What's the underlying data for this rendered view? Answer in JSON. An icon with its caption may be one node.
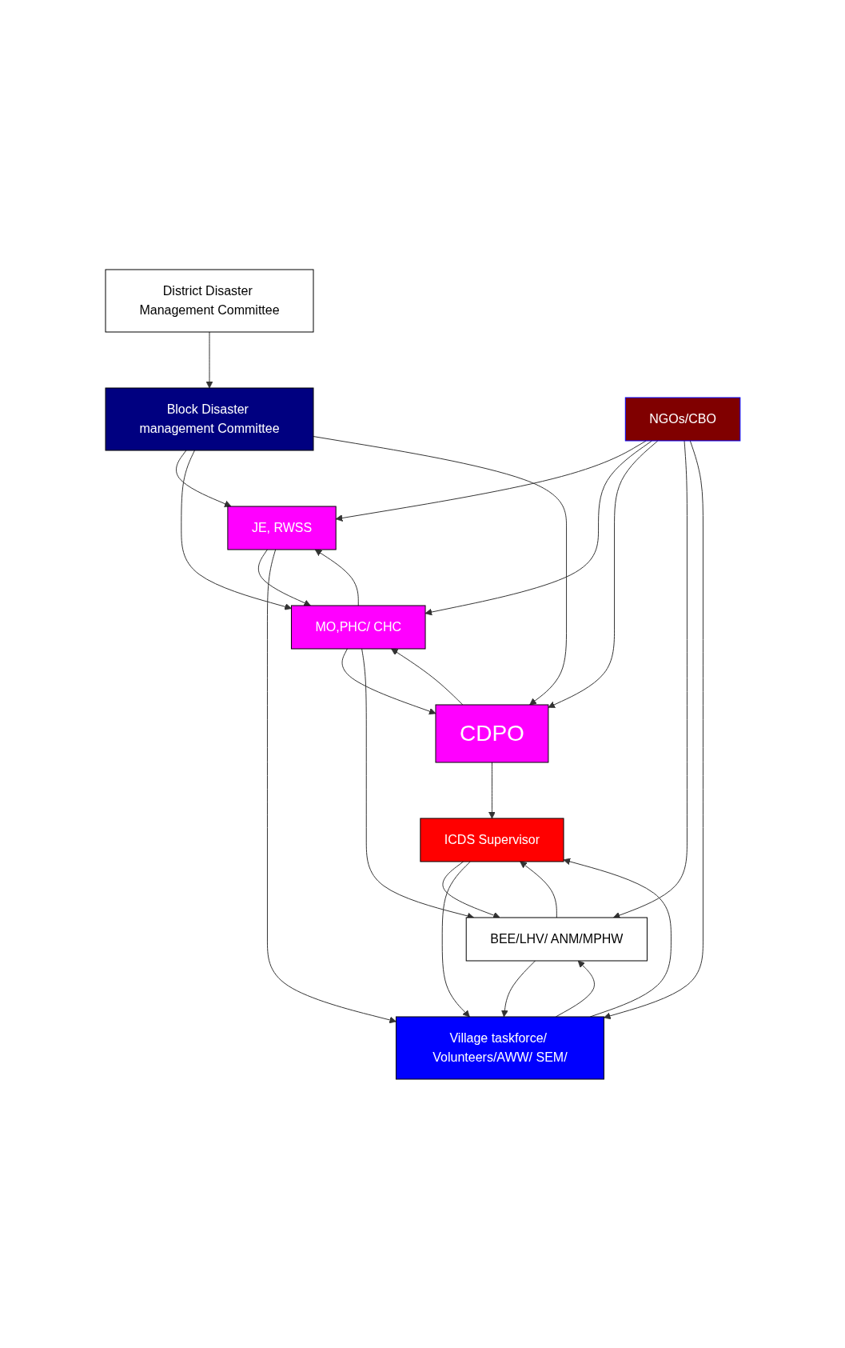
{
  "diagram": {
    "nodes": [
      {
        "text": [
          "District Disaster Management Committee"
        ]
      },
      {
        "text": [
          "Block Disaster management Committee"
        ]
      },
      {
        "text": [
          "JE, RWSS"
        ]
      },
      {
        "text": [
          "MO,PHC/ CHC"
        ]
      },
      {
        "text": [
          "CDPO"
        ]
      },
      {
        "text": [
          "NGOs/CBO"
        ]
      },
      {
        "text": [
          "BEE/LHV/ ANM/MPHW"
        ]
      },
      {
        "text": [
          "ICDS Supervisor"
        ]
      },
      {
        "text": [
          "Village taskforce/ Volunteers/AWW/ SEM/"
        ]
      }
    ],
    "edges": [
      {
        "from": 0,
        "to": 1,
        "arrow": "to"
      },
      {
        "from": 1,
        "to": 2,
        "arrow": "to"
      },
      {
        "from": 1,
        "to": 3,
        "arrow": "to"
      },
      {
        "from": 1,
        "to": 4,
        "arrow": "to"
      },
      {
        "from": 2,
        "to": 3,
        "arrow": "to"
      },
      {
        "from": 3,
        "to": 2,
        "arrow": "to"
      },
      {
        "from": 3,
        "to": 4,
        "arrow": "to"
      },
      {
        "from": 4,
        "to": 3,
        "arrow": "to"
      },
      {
        "from": 3,
        "to": 6,
        "arrow": "to"
      },
      {
        "from": 4,
        "to": 7,
        "arrow": "to"
      },
      {
        "from": 5,
        "to": 2,
        "arrow": "to"
      },
      {
        "from": 5,
        "to": 3,
        "arrow": "to"
      },
      {
        "from": 5,
        "to": 4,
        "arrow": "to"
      },
      {
        "from": 6,
        "to": 7,
        "arrow": "to"
      },
      {
        "from": 7,
        "to": 6,
        "arrow": "to"
      },
      {
        "from": 5,
        "to": 6,
        "arrow": "to"
      },
      {
        "from": 2,
        "to": 8,
        "arrow": "to"
      },
      {
        "from": 6,
        "to": 8,
        "arrow": "to"
      },
      {
        "from": 7,
        "to": 8,
        "arrow": "to"
      },
      {
        "from": 5,
        "to": 8,
        "arrow": "to"
      },
      {
        "from": 8,
        "to": 6,
        "arrow": "to"
      },
      {
        "from": 8,
        "to": 7,
        "arrow": "to"
      }
    ]
  }
}
